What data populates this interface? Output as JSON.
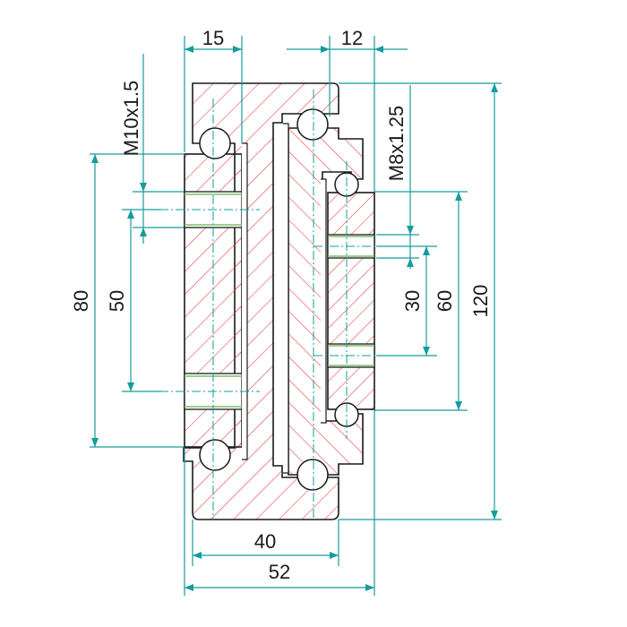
{
  "colors": {
    "dimension": "#169c9c",
    "hatch": "#e23b3b",
    "outline": "#1a1a1a",
    "thread": "#7cc06a"
  },
  "dimensions": {
    "top_left_width": "15",
    "top_right_width": "12",
    "left_thread": "M10x1.5",
    "right_thread": "M8x1.25",
    "left_outer_height": "80",
    "left_inner_height": "50",
    "right_inner_small": "30",
    "right_inner_large": "60",
    "overall_height": "120",
    "inner_width": "40",
    "overall_width": "52"
  }
}
